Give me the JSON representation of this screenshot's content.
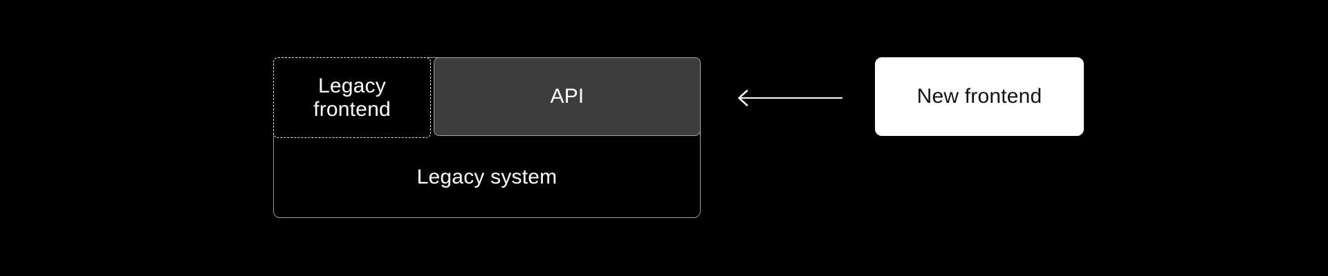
{
  "diagram": {
    "background_color": "#000000",
    "legacy_system": {
      "label": "Legacy system",
      "fill_color": "#000000",
      "border_color": "#9c9c9c",
      "text_color": "#ffffff"
    },
    "legacy_frontend": {
      "label": "Legacy frontend",
      "fill_color": "#000000",
      "border_color": "#eeeeee",
      "text_color": "#ffffff",
      "border_style": "dashed"
    },
    "api": {
      "label": "API",
      "fill_color": "#3d3d3d",
      "border_color": "#a6a6a6",
      "text_color": "#ffffff"
    },
    "new_frontend": {
      "label": "New frontend",
      "fill_color": "#ffffff",
      "text_color": "#111111"
    },
    "arrow": {
      "color": "#f2f2f2",
      "direction": "left"
    }
  }
}
